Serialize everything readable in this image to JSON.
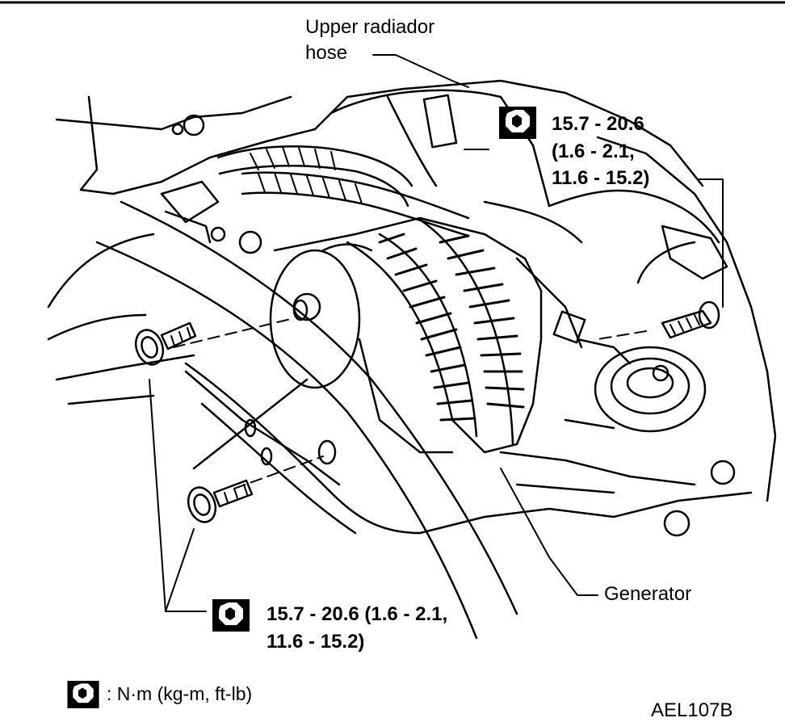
{
  "labels": {
    "upper_hose_line1": "Upper radiador",
    "upper_hose_line2": "hose",
    "generator": "Generator"
  },
  "torque_specs": {
    "upper_right": {
      "line1": "15.7 - 20.6",
      "line2": "(1.6 - 2.1,",
      "line3": "11.6 - 15.2)"
    },
    "lower_left": {
      "line1": "15.7 - 20.6 (1.6 - 2.1,",
      "line2": "11.6 - 15.2)"
    }
  },
  "legend": {
    "text": ": N·m (kg-m, ft-lb)",
    "icon": "torque-wrench-icon"
  },
  "figure_code": "AEL107B",
  "colors": {
    "ink": "#000000",
    "paper": "#ffffff"
  }
}
